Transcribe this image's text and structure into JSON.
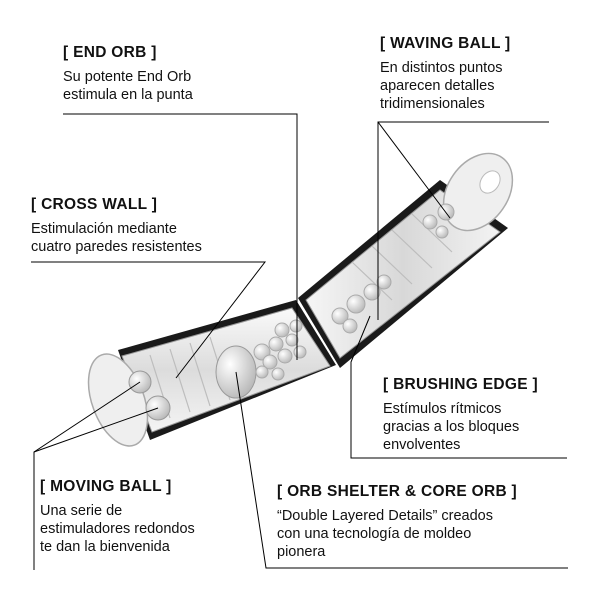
{
  "labels": {
    "end_orb": {
      "title": "[ END ORB ]",
      "desc": "Su potente End Orb\nestimula en la punta"
    },
    "waving_ball": {
      "title": "[ WAVING BALL ]",
      "desc": "En distintos puntos\naparecen detalles\ntridimensionales"
    },
    "cross_wall": {
      "title": "[ CROSS WALL ]",
      "desc": "Estimulación mediante\ncuatro paredes resistentes"
    },
    "brushing_edge": {
      "title": "[ BRUSHING EDGE ]",
      "desc": "Estímulos rítmicos\ngracias a los bloques\nenvolventes"
    },
    "moving_ball": {
      "title": "[ MOVING BALL ]",
      "desc": "Una serie de\nestimuladores redondos\nte dan la bienvenida"
    },
    "orb_shelter": {
      "title": "[ ORB SHELTER & CORE ORB ]",
      "desc": "“Double Layered Details” creados\ncon una tecnología de moldeo\npionera"
    }
  },
  "colors": {
    "line": "#000000",
    "case": "#1a1a1a",
    "translucent": "#e6e6e6"
  }
}
